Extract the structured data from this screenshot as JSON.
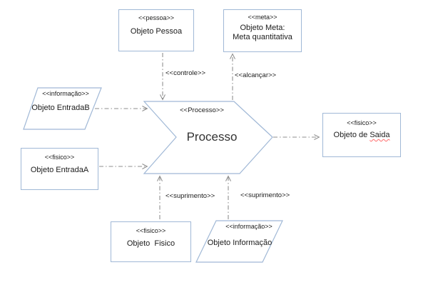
{
  "palette": {
    "background": "#ffffff",
    "shape_border": "#a0b8d6",
    "connector": "#8f8f8f",
    "text": "#1c1c1c",
    "spellcheck": "#ff6b6b"
  },
  "nodes": {
    "pessoa": {
      "stereotype": "<<pessoa>>",
      "label": "Objeto Pessoa"
    },
    "meta": {
      "stereotype": "<<meta>>",
      "label_line1": "Objeto Meta:",
      "label_line2": "Meta quantitativa"
    },
    "entrada_b": {
      "stereotype": "<<informação>>",
      "label": "Objeto EntradaB"
    },
    "entrada_a": {
      "stereotype": "<<fisico>>",
      "label": "Objeto EntradaA"
    },
    "processo": {
      "stereotype": "<<Processo>>",
      "label": "Processo"
    },
    "saida": {
      "stereotype": "<<fisico>>",
      "label_prefix": "Objeto de ",
      "label_misspelled": "Saida"
    },
    "fisico": {
      "stereotype": "<<fisico>>",
      "label": "Objeto  Fisico"
    },
    "informacao": {
      "stereotype": "<<informação>>",
      "label": "Objeto Informação"
    }
  },
  "connectors": {
    "controle": "<<controle>>",
    "alcancar": "<<alcançar>>",
    "suprimento_left": "<<suprimento>>",
    "suprimento_right": "<<suprimento>>"
  }
}
